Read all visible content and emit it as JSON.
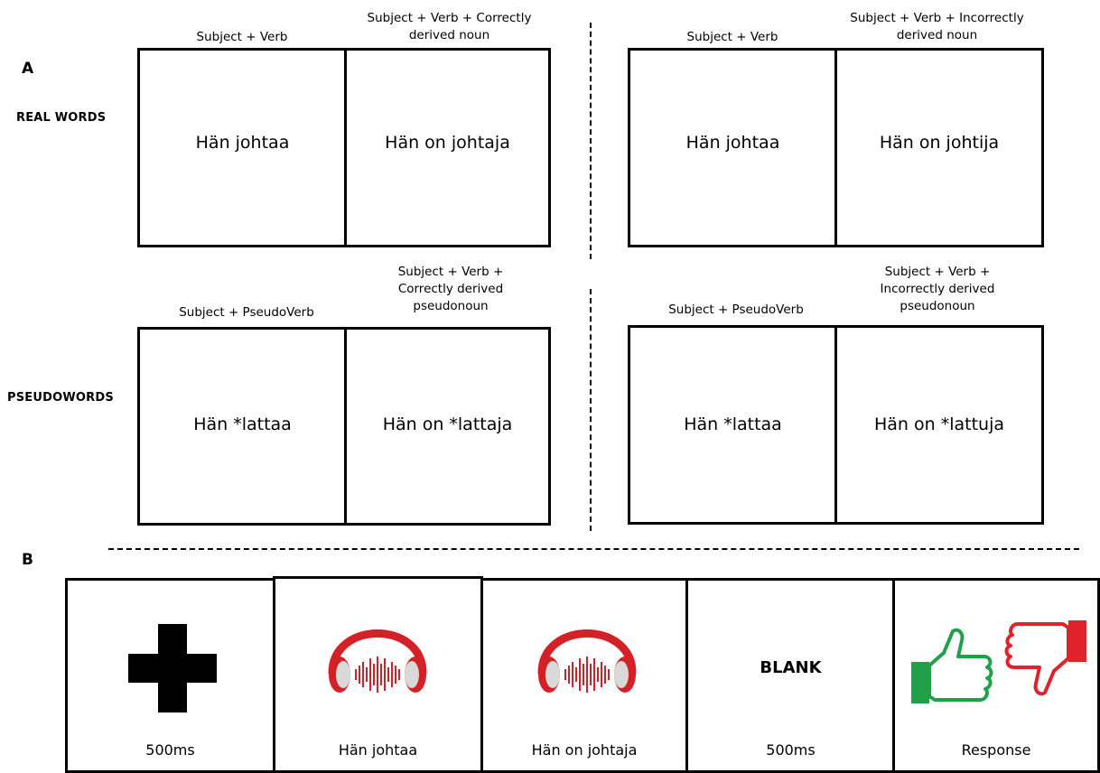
{
  "panel_a": {
    "letter": "A",
    "rows": {
      "real_words": "REAL WORDS",
      "pseudowords": "PSEUDOWORDS"
    },
    "captions": {
      "subject_verb": "Subject + Verb",
      "subject_verb_correct_noun": "Subject + Verb + Correctly derived noun",
      "subject_verb_incorrect_noun": "Subject + Verb + Incorrectly derived noun",
      "subject_pseudoverb": "Subject + PseudoVerb",
      "subject_verb_correct_pseudonoun": "Subject + Verb + Correctly derived pseudonoun",
      "subject_verb_incorrect_pseudonoun": "Subject + Verb + Incorrectly derived pseudonoun"
    },
    "stimuli": {
      "real_correct_1": "Hän johtaa",
      "real_correct_2": "Hän on johtaja",
      "real_incorrect_1": "Hän johtaa",
      "real_incorrect_2": "Hän on johtija",
      "pseudo_correct_1": "Hän *lattaa",
      "pseudo_correct_2": "Hän on *lattaja",
      "pseudo_incorrect_1": "Hän *lattaa",
      "pseudo_incorrect_2": "Hän on *lattuja"
    }
  },
  "panel_b": {
    "letter": "B",
    "sequence": [
      {
        "label": "500ms",
        "icon": "fixation-cross-icon"
      },
      {
        "label": "Hän johtaa",
        "icon": "headphones-icon"
      },
      {
        "label": "Hän on johtaja",
        "icon": "headphones-icon"
      },
      {
        "label": "500ms",
        "heading": "BLANK"
      },
      {
        "label": "Response",
        "icon": "thumbs-up-down-icon"
      }
    ]
  },
  "colors": {
    "headphone_red": "#d42128",
    "thumb_green": "#21a04a",
    "thumb_red": "#e0232b"
  }
}
